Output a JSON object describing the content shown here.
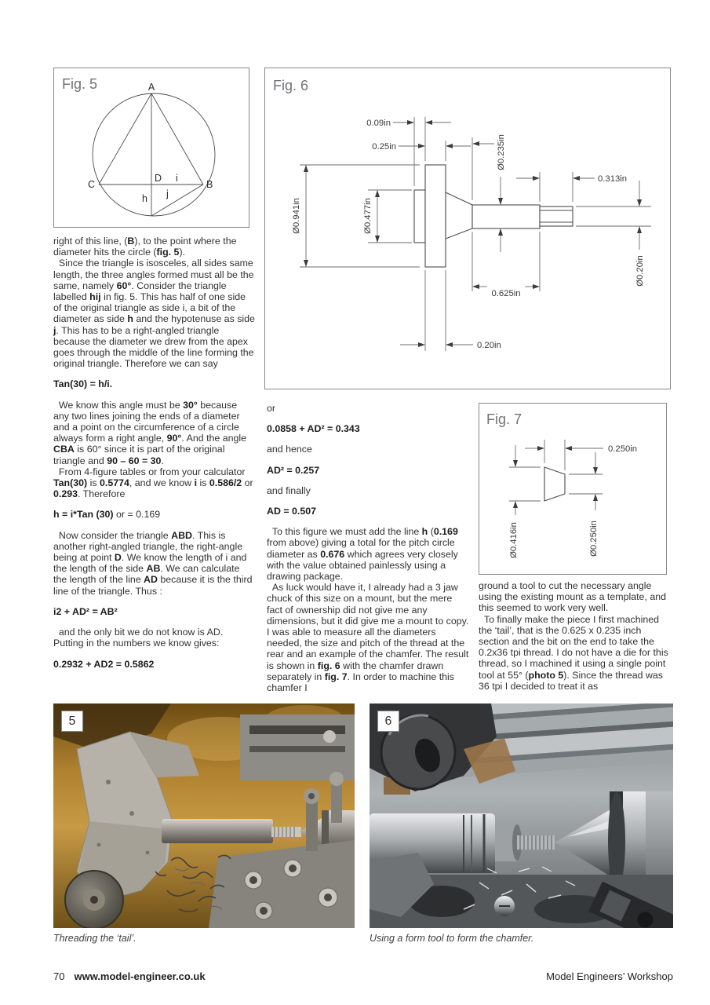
{
  "figures": {
    "fig5": {
      "label": "Fig. 5",
      "points": {
        "A": "A",
        "B": "B",
        "C": "C",
        "D": "D",
        "h": "h",
        "i": "i",
        "j": "j"
      }
    },
    "fig6": {
      "label": "Fig. 6",
      "dims": {
        "d009": "0.09in",
        "d025": "0.25in",
        "d0235": "Ø0.235in",
        "d0313": "0.313in",
        "d0941": "Ø0.941in",
        "d0477": "Ø0.477in",
        "d0625": "0.625in",
        "d020dia": "Ø0.20in",
        "d020": "0.20in"
      }
    },
    "fig7": {
      "label": "Fig. 7",
      "dims": {
        "d0250": "0.250in",
        "d0416": "Ø0.416in",
        "d0250dia": "Ø0.250in"
      }
    }
  },
  "columns": {
    "col1": [
      {
        "type": "p",
        "seg": [
          {
            "t": "right of this line, ("
          },
          {
            "t": "B",
            "b": true
          },
          {
            "t": "), to the point where the diameter hits the circle ("
          },
          {
            "t": "fig. 5",
            "b": true
          },
          {
            "t": ").\n  Since the triangle is isosceles, all sides same length, the three angles formed must all be the same, namely "
          },
          {
            "t": "60°",
            "b": true
          },
          {
            "t": ". Consider the triangle labelled "
          },
          {
            "t": "hij",
            "b": true
          },
          {
            "t": " in fig. 5. This has half of one side of the original triangle as side i, a bit of the diameter as side "
          },
          {
            "t": "h",
            "b": true
          },
          {
            "t": " and the hypotenuse as side "
          },
          {
            "t": "j",
            "b": true
          },
          {
            "t": ". This has to be a right-angled triangle because the diameter we drew from the apex goes through the middle of the line forming the original triangle. Therefore we can say"
          }
        ]
      },
      {
        "type": "eq",
        "seg": [
          {
            "t": "Tan(30) = h/i.",
            "b": true
          }
        ]
      },
      {
        "type": "p",
        "seg": [
          {
            "t": "  We know this angle must be "
          },
          {
            "t": "30°",
            "b": true
          },
          {
            "t": " because any two lines joining the ends of a diameter and a point on the circumference of a circle always form a right angle, "
          },
          {
            "t": "90°",
            "b": true
          },
          {
            "t": ". And the angle "
          },
          {
            "t": "CBA",
            "b": true
          },
          {
            "t": " is 60° since it is part of the original triangle and "
          },
          {
            "t": "90 – 60 = 30",
            "b": true
          },
          {
            "t": ".\n  From 4-figure tables or from your calculator "
          },
          {
            "t": "Tan(30)",
            "b": true
          },
          {
            "t": " is "
          },
          {
            "t": "0.5774",
            "b": true
          },
          {
            "t": ", and we know "
          },
          {
            "t": "i",
            "b": true
          },
          {
            "t": " is "
          },
          {
            "t": "0.586/2",
            "b": true
          },
          {
            "t": " or "
          },
          {
            "t": "0.293",
            "b": true
          },
          {
            "t": ". Therefore"
          }
        ]
      },
      {
        "type": "eq",
        "seg": [
          {
            "t": "h = i*Tan (30)",
            "b": true
          },
          {
            "t": " or = 0.169"
          }
        ]
      },
      {
        "type": "p",
        "seg": [
          {
            "t": "  Now consider the triangle "
          },
          {
            "t": "ABD",
            "b": true
          },
          {
            "t": ". This is another right-angled triangle, the right-angle being at point "
          },
          {
            "t": "D",
            "b": true
          },
          {
            "t": ". We know the length of i and the length of the side "
          },
          {
            "t": "AB",
            "b": true
          },
          {
            "t": ". We can calculate the length of the line "
          },
          {
            "t": "AD",
            "b": true
          },
          {
            "t": " because it is the third line of the triangle. Thus :"
          }
        ]
      },
      {
        "type": "eq",
        "seg": [
          {
            "t": "i2 + AD² = AB²",
            "b": true
          }
        ]
      },
      {
        "type": "p",
        "seg": [
          {
            "t": "  and the only bit we do not know is AD. Putting in the numbers we know gives:"
          }
        ]
      },
      {
        "type": "eq",
        "seg": [
          {
            "t": "0.2932 + AD2 = 0.5862",
            "b": true
          }
        ]
      }
    ],
    "col2": [
      {
        "type": "p",
        "seg": [
          {
            "t": "or"
          }
        ]
      },
      {
        "type": "eq",
        "seg": [
          {
            "t": "0.0858 + AD² = 0.343",
            "b": true
          }
        ]
      },
      {
        "type": "p",
        "seg": [
          {
            "t": "and hence"
          }
        ]
      },
      {
        "type": "eq",
        "seg": [
          {
            "t": "AD² = 0.257",
            "b": true
          }
        ]
      },
      {
        "type": "p",
        "seg": [
          {
            "t": "and finally"
          }
        ]
      },
      {
        "type": "eq",
        "seg": [
          {
            "t": "AD = 0.507",
            "b": true
          }
        ]
      },
      {
        "type": "p",
        "seg": [
          {
            "t": "  To this figure we must add the line "
          },
          {
            "t": "h",
            "b": true
          },
          {
            "t": " ("
          },
          {
            "t": "0.169",
            "b": true
          },
          {
            "t": " from above) giving a total for the pitch circle diameter as "
          },
          {
            "t": "0.676",
            "b": true
          },
          {
            "t": " which agrees very closely with the value obtained painlessly using a drawing package.\n  As luck would have it, I already had a 3 jaw chuck of this size on a mount, but the mere fact of ownership did not give me any dimensions, but it did give me a mount to copy. I was able to measure all the diameters needed, the size and pitch of the thread at the rear and an example of the chamfer. The result is shown in "
          },
          {
            "t": "fig. 6",
            "b": true
          },
          {
            "t": " with the chamfer drawn separately in "
          },
          {
            "t": "fig. 7",
            "b": true
          },
          {
            "t": ". In order to machine this chamfer I"
          }
        ]
      }
    ],
    "col3": [
      {
        "type": "p",
        "seg": [
          {
            "t": "ground a tool to cut the necessary angle using the existing mount as a template, and this seemed to work very well.\n  To finally make the piece I first machined the ‘tail’, that is the 0.625 x 0.235 inch section and the bit on the end to take the 0.2x36 tpi thread. I do not have a die for this thread, so I machined it using a single point tool at 55° ("
          },
          {
            "t": "photo 5",
            "b": true
          },
          {
            "t": "). Since the thread was 36 tpi I decided to treat it as"
          }
        ]
      }
    ]
  },
  "photos": [
    {
      "number": "5",
      "caption": "Threading the ‘tail’."
    },
    {
      "number": "6",
      "caption": "Using a form tool to form the chamfer."
    }
  ],
  "footer": {
    "page_number": "70",
    "website": "www.model-engineer.co.uk",
    "magazine": "Model Engineers’ Workshop"
  },
  "colors": {
    "body_text": "#333231",
    "fig_label": "#717275",
    "line": "#6a6b6e",
    "photo5_tone": "#a87827",
    "photo6_tone": "#9aa0a4"
  }
}
